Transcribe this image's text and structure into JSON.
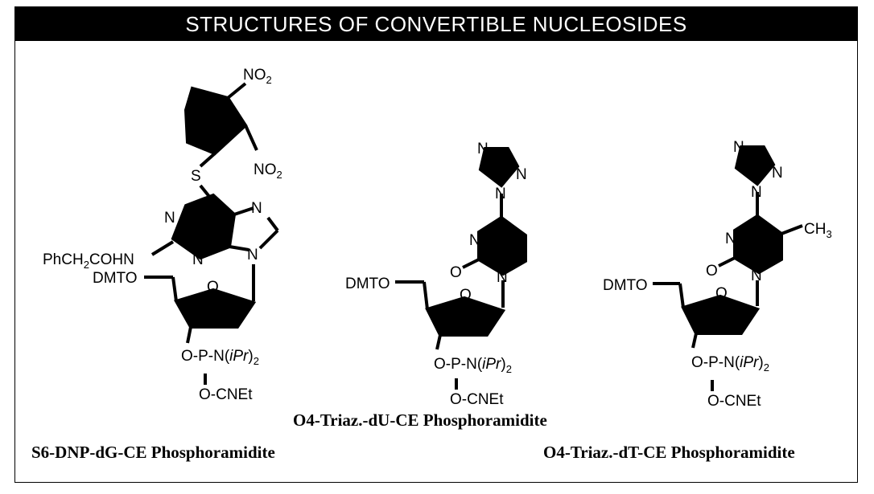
{
  "title": "STRUCTURES OF CONVERTIBLE NUCLEOSIDES",
  "compounds": [
    {
      "name": "S6-DNP-dG-CE Phosphoramidite"
    },
    {
      "name": "O4-Triaz.-dU-CE Phosphoramidite"
    },
    {
      "name": "O4-Triaz.-dT-CE Phosphoramidite"
    }
  ],
  "atoms": {
    "no2_top": "NO",
    "no2_side": "NO",
    "two": "2",
    "s": "S",
    "n": "N",
    "o": "O",
    "phch2": "PhCH",
    "cohn": "COHN",
    "dmto": "DMTO",
    "phos": "O-P-N(",
    "ipr": "iPr",
    "phos_close": ")",
    "cnet": "O-CNEt",
    "ch3": "CH",
    "three": "3"
  }
}
